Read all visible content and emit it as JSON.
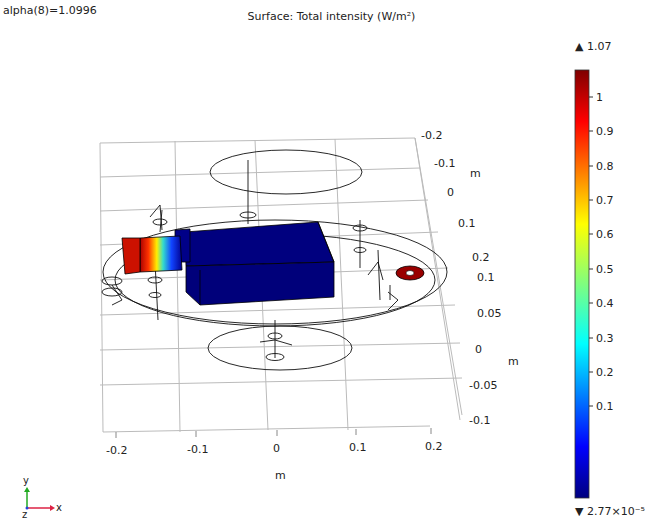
{
  "diagram": {
    "title": "Surface: Total intensity (W/m²)",
    "labels": [
      "alpha(8)=1.0996",
      "▲ 1.07",
      "1",
      "0.9",
      "0.8",
      "0.7",
      "0.6",
      "0.5",
      "0.4",
      "0.3",
      "0.2",
      "0.1",
      "▼ 2.77×10⁻⁵",
      "-0.2",
      "-0.1",
      "0",
      "0.1",
      "0.2",
      "m",
      "-0.2",
      "-0.1",
      "0",
      "0.1",
      "0.2",
      "m",
      "0.1",
      "0.05",
      "0",
      "-0.05",
      "-0.1",
      "m",
      "y",
      "x",
      "z"
    ]
  }
}
